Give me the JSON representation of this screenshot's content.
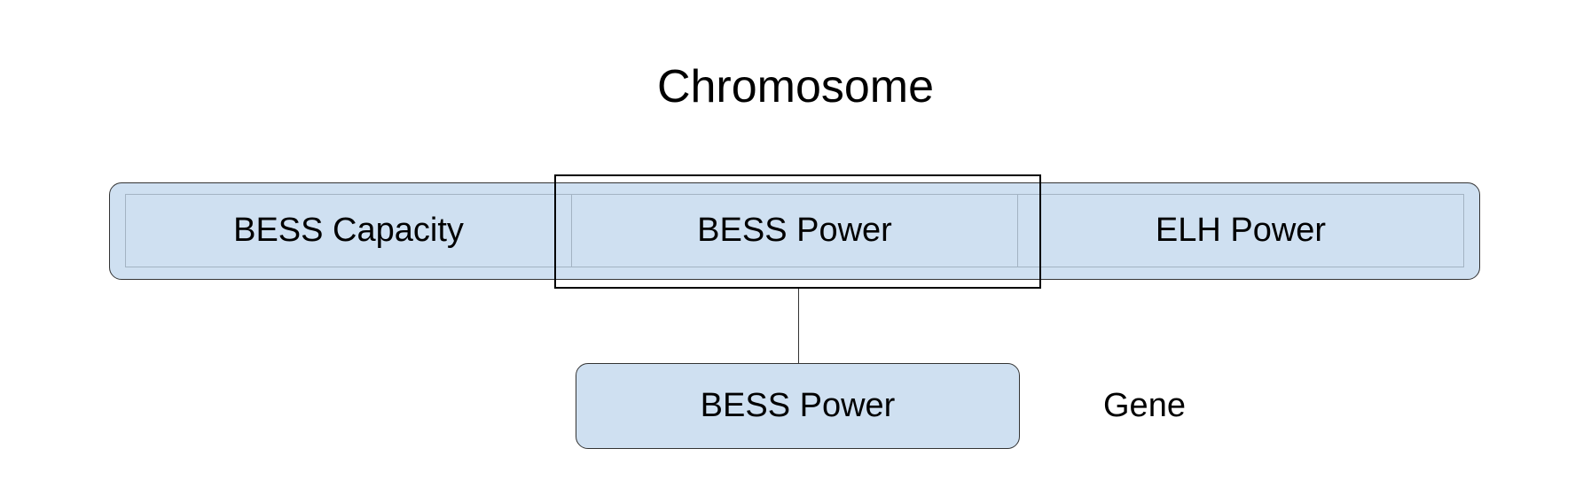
{
  "title": "Chromosome",
  "chromosome": {
    "genes": [
      "BESS Capacity",
      "BESS Power",
      "ELH Power"
    ],
    "selected_index": 1
  },
  "gene_box": {
    "label": "BESS Power"
  },
  "side_label": "Gene",
  "colors": {
    "box_fill": "#cfe0f1",
    "box_border": "#333333",
    "highlight_border": "#000000"
  }
}
